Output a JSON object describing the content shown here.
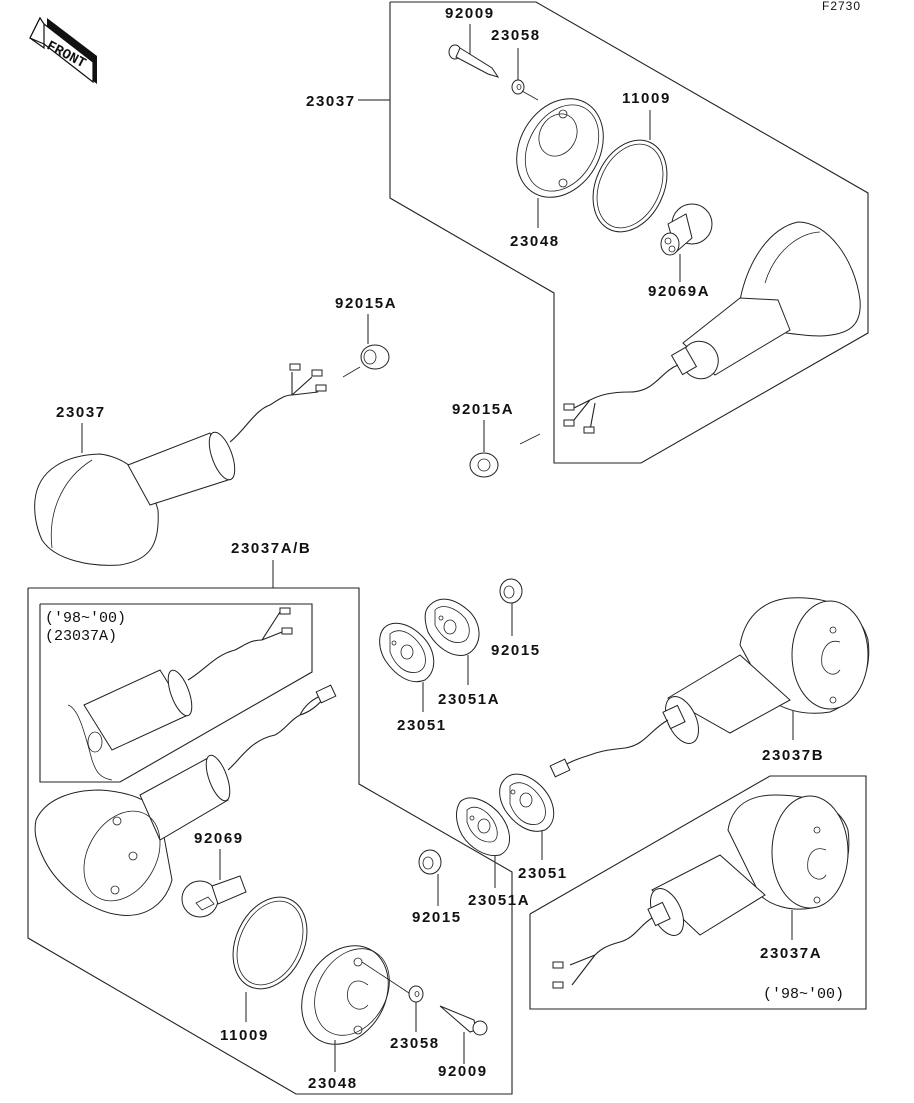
{
  "diagram": {
    "code": "F2730",
    "front_label": "FRONT",
    "groups": [
      {
        "id": "front-right-assembly",
        "part": "23037"
      },
      {
        "id": "rear-assembly",
        "part": "23037A/B"
      },
      {
        "id": "inset-98-00-top",
        "note_years": "('98~'00)",
        "note_part": "(23037A)"
      },
      {
        "id": "inset-98-00-bottom",
        "note_years": "('98~'00)"
      }
    ],
    "labels": {
      "p92009_top": "92009",
      "p23058_top": "23058",
      "p23037_group": "23037",
      "p11009_top": "11009",
      "p23048_top": "23048",
      "p92069A": "92069A",
      "p92015A_left": "92015A",
      "p92015A_right": "92015A",
      "p23037_left": "23037",
      "p23037AB": "23037A/B",
      "inset_years": "('98~'00)",
      "inset_part": "(23037A)",
      "p92015_top": "92015",
      "p23051A_top": "23051A",
      "p23051_top": "23051",
      "p23037B": "23037B",
      "p92069": "92069",
      "p23051_bottom": "23051",
      "p23051A_bottom": "23051A",
      "p92015_bottom": "92015",
      "p23037A": "23037A",
      "bottom_years": "('98~'00)",
      "p11009_bottom": "11009",
      "p23058_bottom": "23058",
      "p23048_bottom": "23048",
      "p92009_bottom": "92009"
    }
  }
}
